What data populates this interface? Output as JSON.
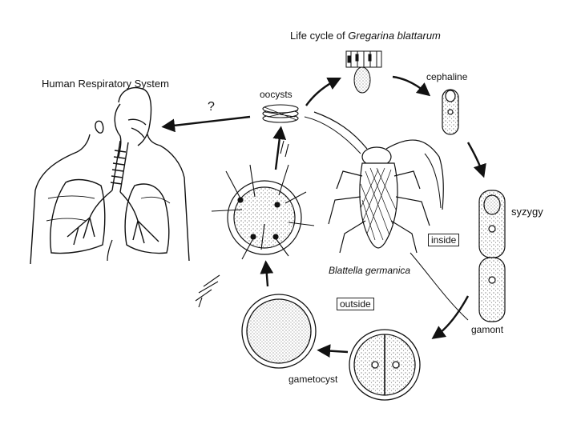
{
  "title": {
    "prefix": "Life cycle of ",
    "species": "Gregarina blattarum"
  },
  "labels": {
    "human_system": "Human Respiratory System",
    "question": "?",
    "oocysts": "oocysts",
    "cephaline": "cephaline",
    "syzygy": "syzygy",
    "inside": "inside",
    "host": "Blattella germanica",
    "outside": "outside",
    "gamont": "gamont",
    "gametocyst": "gametocyst"
  },
  "colors": {
    "ink": "#111111",
    "stipple": "#9a9a9a",
    "paper": "#ffffff"
  }
}
